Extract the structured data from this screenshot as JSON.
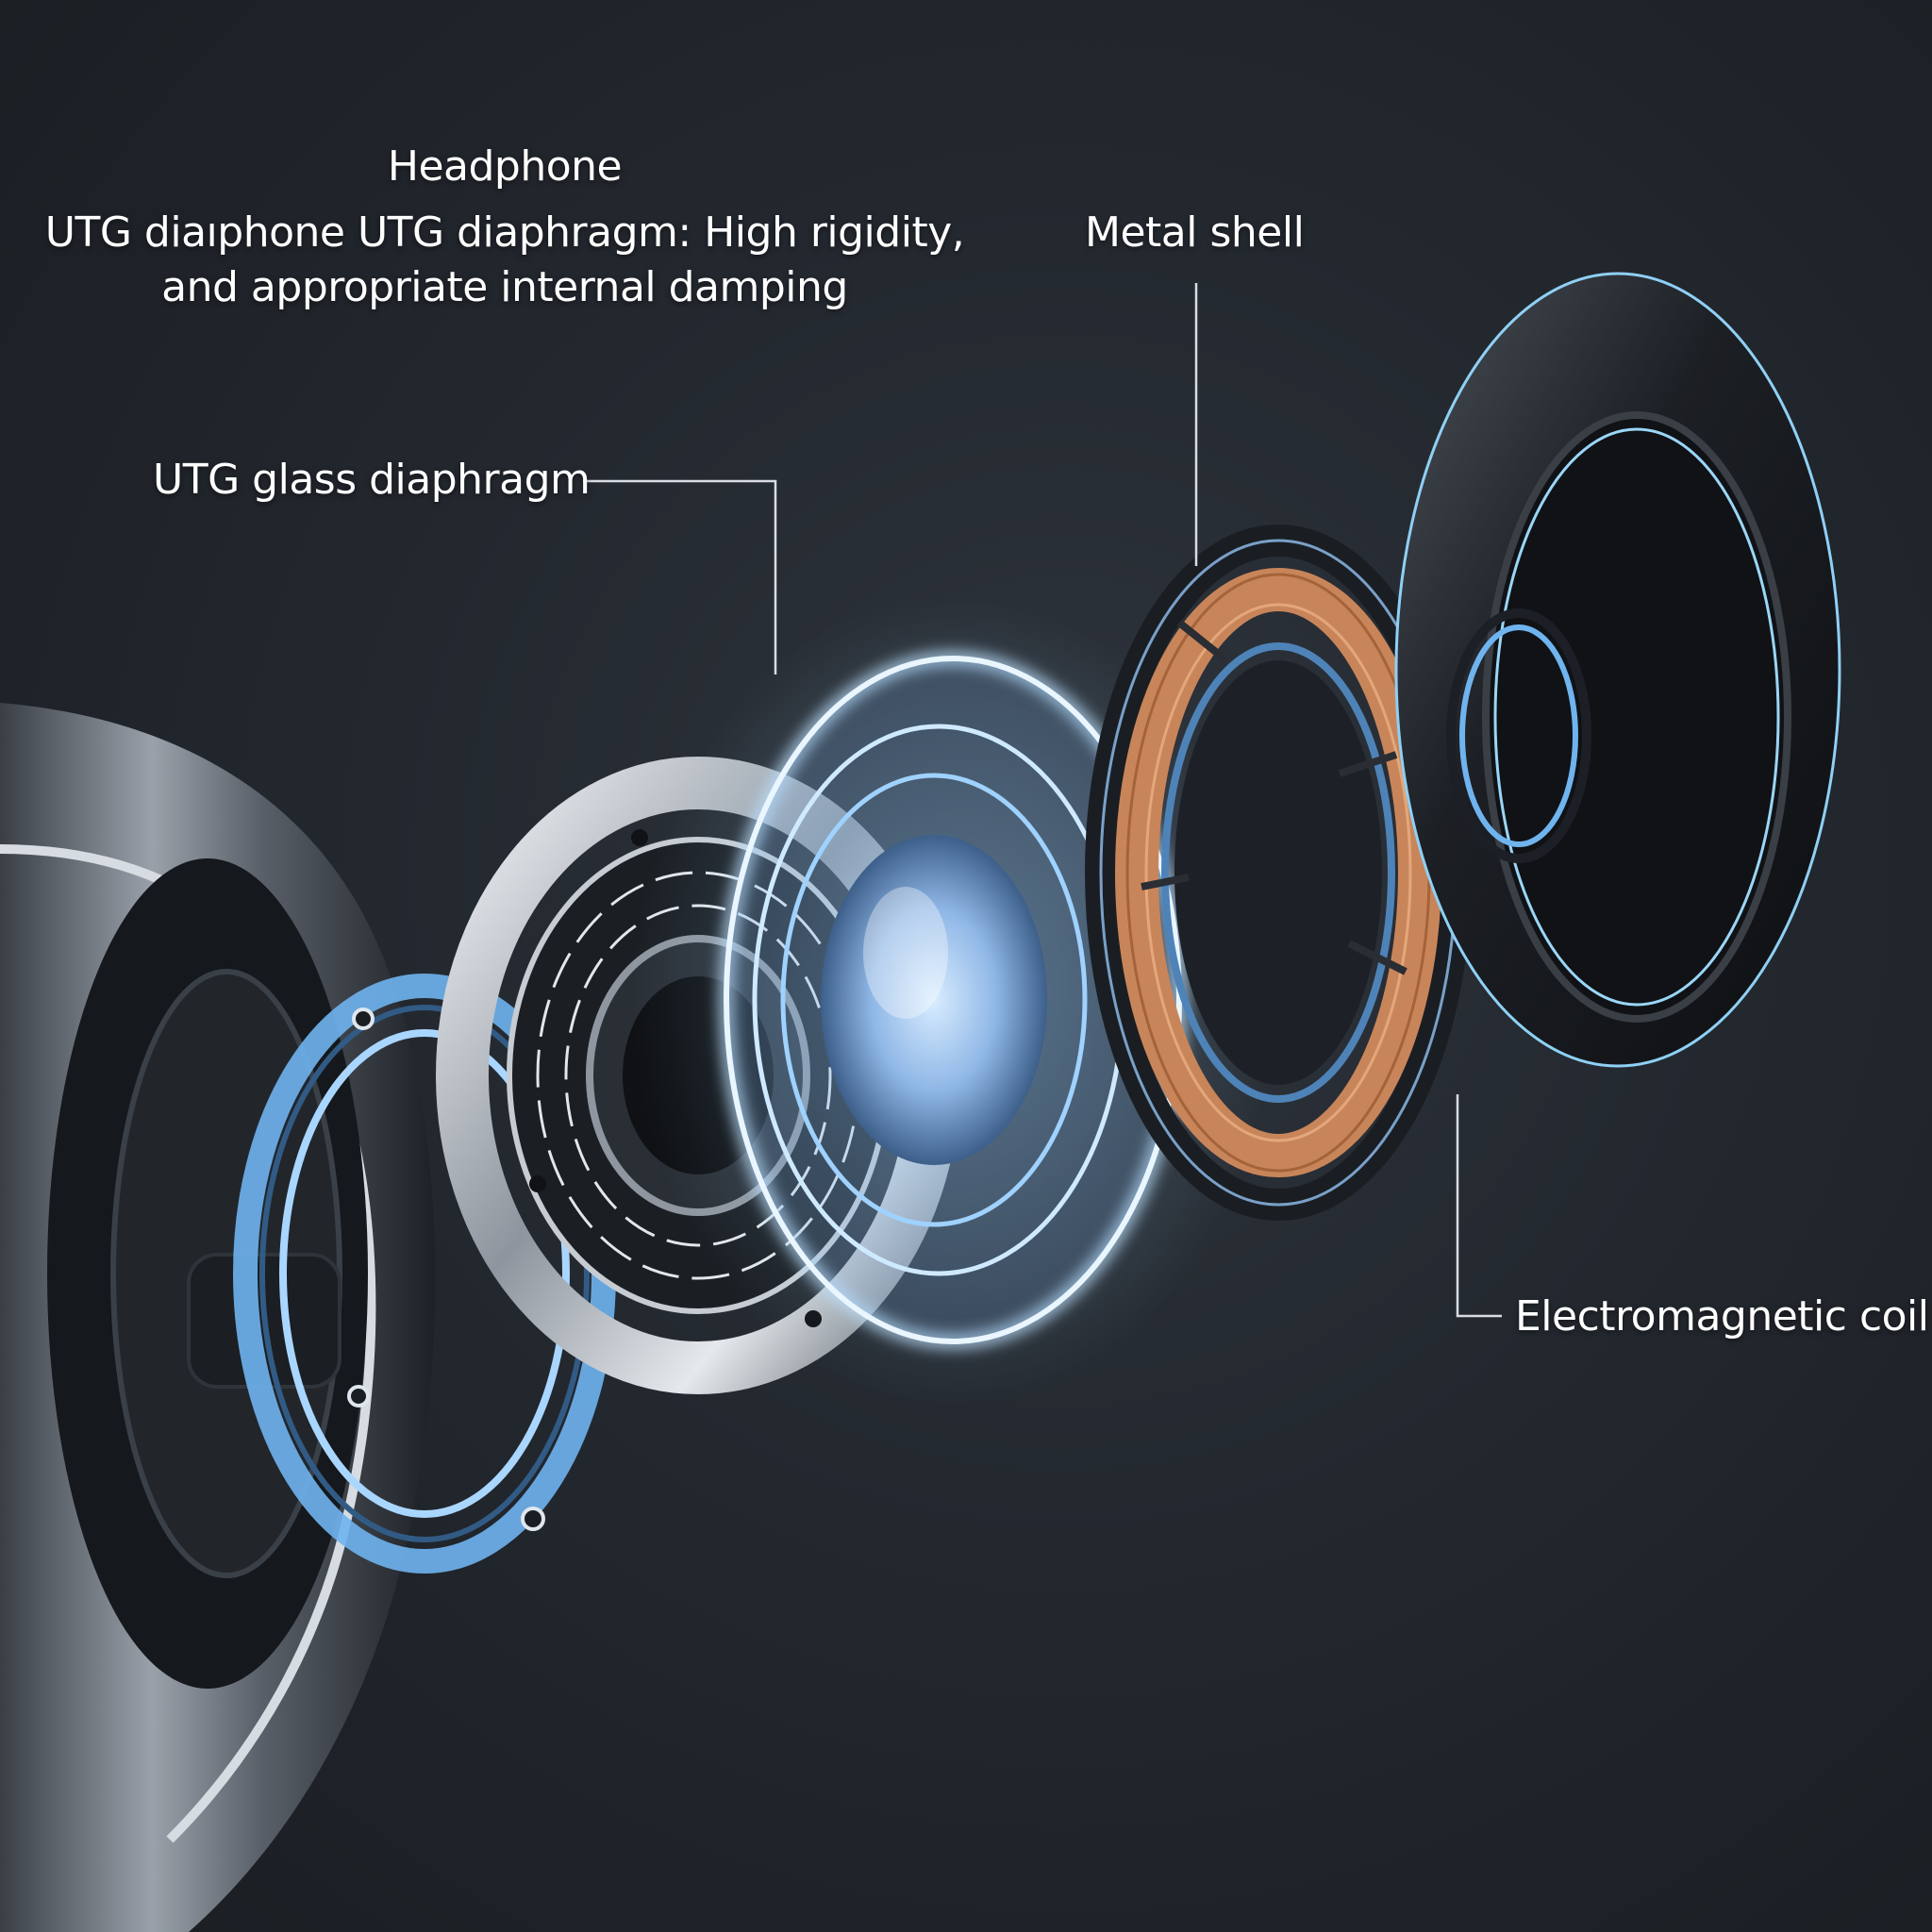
{
  "diagram": {
    "title": "Headphone",
    "caption_line1": "UTG diaıphone UTG diaphragm: High rigidity,",
    "caption_line2": "and appropriate internal damping",
    "labels": {
      "metal_shell": "Metal shell",
      "utg_glass": "UTG glass diaphragm",
      "coil": "Electromagnetic coil"
    }
  },
  "colors": {
    "background": "#23282f",
    "glow": "#7fc8ff",
    "copper": "#c9855a",
    "metal": "#c9ced6",
    "line": "#d9dde3"
  }
}
